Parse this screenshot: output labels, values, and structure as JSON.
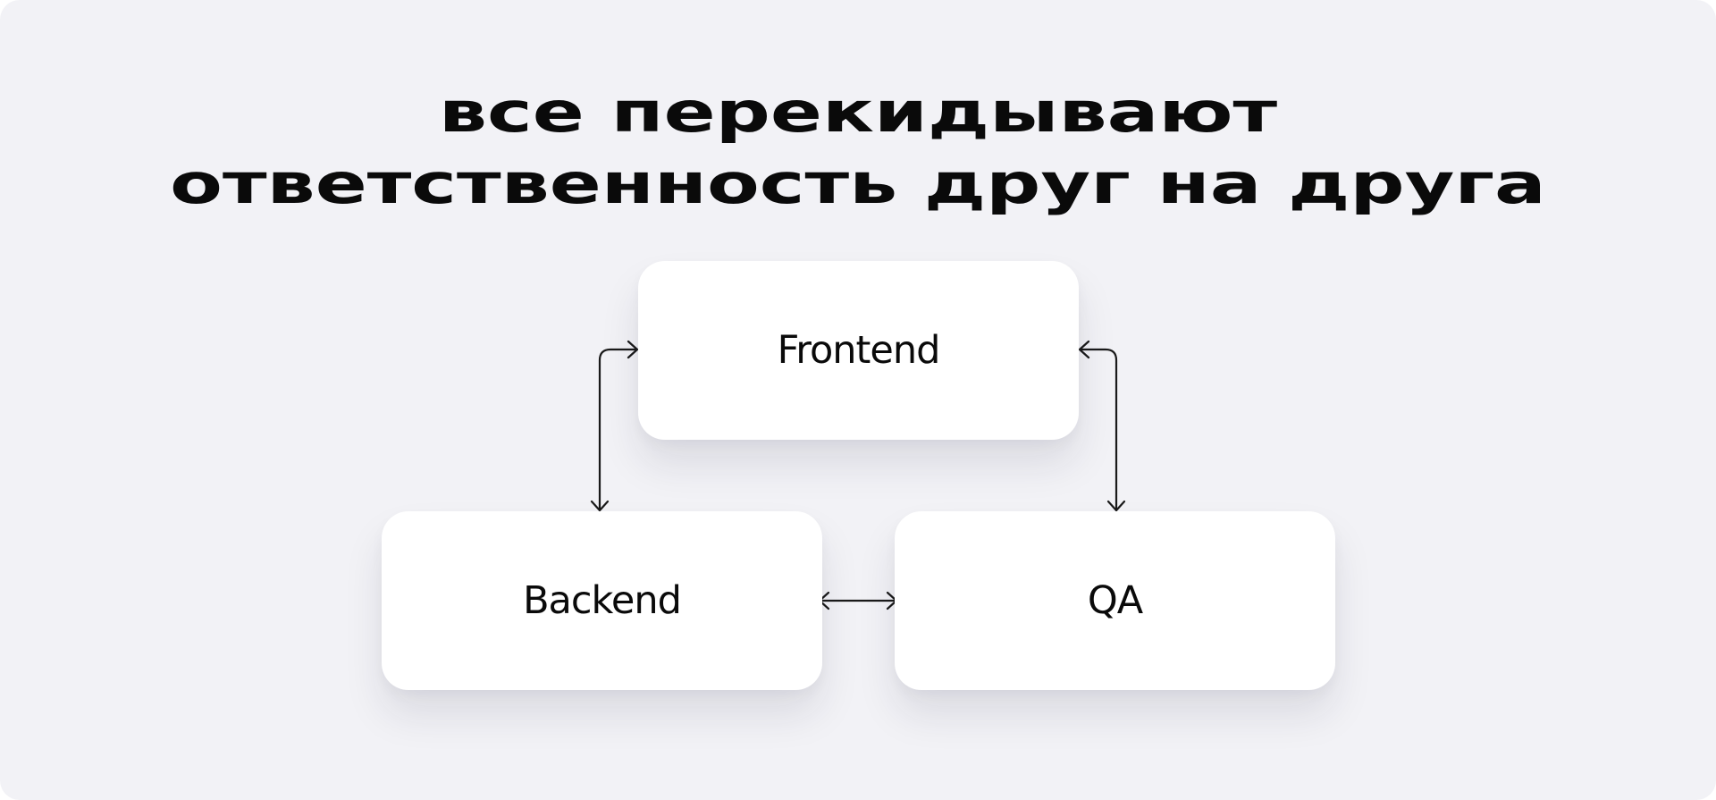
{
  "title": {
    "line1": "все перекидывают",
    "line2": "ответственность друг на друга"
  },
  "nodes": {
    "frontend": "Frontend",
    "backend": "Backend",
    "qa": "QA"
  },
  "edges": [
    {
      "from": "frontend",
      "to": "backend",
      "arrows": "both"
    },
    {
      "from": "frontend",
      "to": "qa",
      "arrows": "both"
    },
    {
      "from": "backend",
      "to": "qa",
      "arrows": "both"
    }
  ],
  "colors": {
    "background": "#f2f2f6",
    "card": "#ffffff",
    "text": "#0a0a0a",
    "connector": "#1a1a1a"
  }
}
